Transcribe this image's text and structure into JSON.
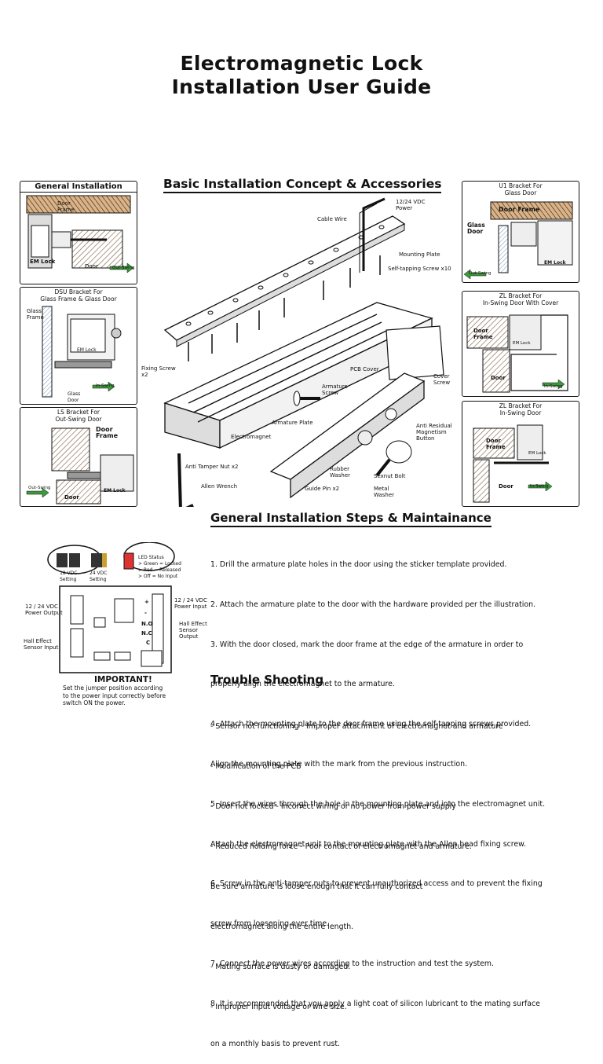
{
  "title": {
    "line1": "Electromagnetic Lock",
    "line2": "Installation User Guide"
  },
  "basic_section": {
    "heading": "Basic Installation Concept & Accessories",
    "labels": {
      "power": "12/24 VDC\nPower",
      "cable": "Cable Wire",
      "mounting_plate": "Mounting Plate",
      "self_tap": "Self-tapping Screw x10",
      "fixing_screw": "Fixing Screw\nx2",
      "pcb_cover": "PCB Cover",
      "cover_screw": "Cover\nScrew",
      "armature_screw": "Armature\nScrew",
      "armature_plate": "Armature Plate",
      "electromagnet": "Electromagnet",
      "anti_residual": "Anti Residual\nMagnetism\nButton",
      "anti_tamper": "Anti Tamper Nut x2",
      "allen": "Allen Wrench",
      "rubber_washer": "Rubber\nWasher",
      "sexnut": "Sexnut Bolt",
      "guide_pin": "Guide Pin x2",
      "metal_washer": "Metal\nWasher"
    }
  },
  "left_panels": {
    "general": {
      "title": "General Installation",
      "door_frame": "Door\nFrame",
      "em_lock": "EM Lock",
      "door": "Door",
      "swing": "Out-Swing"
    },
    "dsu": {
      "title": "DSU Bracket For\nGlass Frame & Glass Door",
      "glass_frame": "Glass\nFrame",
      "em_lock": "EM Lock",
      "glass_door": "Glass\nDoor",
      "swing": "In-Swing"
    },
    "ls": {
      "title": "LS Bracket For\nOut-Swing Door",
      "door_frame": "Door\nFrame",
      "swing": "Out-Swing",
      "door": "Door",
      "em_lock": "EM Lock"
    }
  },
  "right_panels": {
    "u1": {
      "title": "U1 Bracket For\nGlass Door",
      "door_frame": "Door Frame",
      "glass_door": "Glass\nDoor",
      "swing": "Out-Swing",
      "em_lock": "EM Lock"
    },
    "zl_cover": {
      "title": "ZL Bracket For\nIn-Swing Door With Cover",
      "door_frame": "Door\nFrame",
      "em_lock": "EM Lock",
      "door": "Door",
      "swing": "In-Swing"
    },
    "zl": {
      "title": "ZL Bracket For\nIn-Swing Door",
      "door_frame": "Door\nFrame",
      "em_lock": "EM Lock",
      "door": "Door",
      "swing": "In-Swing"
    }
  },
  "wiring": {
    "led_status": "LED Status\n> Green = Locked\n> Red = Released\n> Off = No Input",
    "v12": "12 VDC\nSetting",
    "v24": "24 VDC\nSetting",
    "power_output": "12 / 24 VDC\nPower Output",
    "power_input": "12 / 24 VDC\nPower Input",
    "hall_output": "Hall Effect\nSensor\nOutput",
    "hall_input": "Hall Effect\nSensor Input",
    "terminals": [
      "+",
      "-",
      "N.O",
      "N.C",
      "C"
    ],
    "important": "IMPORTANT!",
    "note": "Set the jumper position according\nto the power input correctly before\nswitch ON the power."
  },
  "steps_section": {
    "heading": "General Installation Steps & Maintainance",
    "steps": [
      "1.  Drill the armature plate holes in the door using the sticker template provided.",
      "2. Attach the armature plate to the door with the hardware provided per the illustration.",
      "3. With the door closed, mark the door frame at the edge of the armature in order to",
      "    properly align the electromagnet to the armature.",
      "4. Attach the mounting plate to the door frame using the self-tapping screws provided.",
      "    Align the mounting plate with the mark from the previous instruction.",
      "5. Insert the wires through the hole in the mounting plate and into the electromagnet unit.",
      "    Attach the electromagnet unit to the mounting plate with the Allen head fixing screw.",
      "6. Screw in the anti-tamper nuts to prevent unauthorized access and to prevent the fixing",
      "    screw from loosening over time.",
      "7. Connect the power wires according to the instruction and test the system.",
      "8. It is recommended that you apply a light coat of silicon lubricant to the mating surface",
      "    on a monthly basis to prevent rust."
    ]
  },
  "trouble_section": {
    "heading": "Trouble Shooting",
    "lines": [
      "- Sensor not functioning - Improper attachment of electromagnet and armature",
      "                                          - Modification of the PCB",
      "- Door not locked - Incorrect wiring or no power from power supply",
      "- Reduced holding force - Poor contact of electromagnet and armature.",
      "                                     Be sure armature is loose enough that it can fully contact",
      "                                     electromagnet along the entire length.",
      "                                   - Mating surface is dusty or damaged.",
      "                                   - Improper input voltage or wire size."
    ]
  }
}
